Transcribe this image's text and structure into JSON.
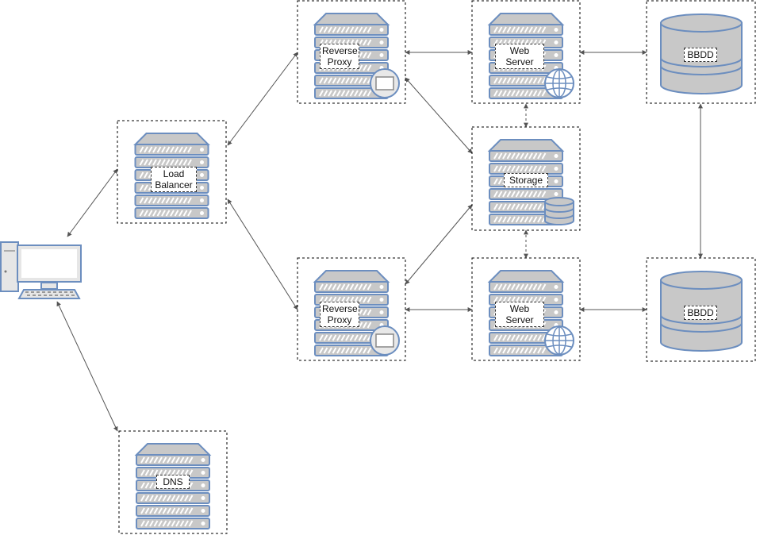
{
  "diagram": {
    "colors": {
      "server_fill": "#c8c8c8",
      "server_stroke": "#6c8ebf",
      "stripe": "#ffffff",
      "frame": "#000000",
      "edge": "#555555",
      "globe": "#6c8ebf"
    },
    "nodes": [
      {
        "id": "load-balancer",
        "label": "Load\nBalancer",
        "kind": "server",
        "badge": "none"
      },
      {
        "id": "dns",
        "label": "DNS",
        "kind": "server",
        "badge": "none"
      },
      {
        "id": "reverse-proxy-top",
        "label": "Reverse\nProxy",
        "kind": "server",
        "badge": "window"
      },
      {
        "id": "reverse-proxy-bottom",
        "label": "Reverse\nProxy",
        "kind": "server",
        "badge": "window"
      },
      {
        "id": "web-server-top",
        "label": "Web\nServer",
        "kind": "server",
        "badge": "globe"
      },
      {
        "id": "web-server-bottom",
        "label": "Web\nServer",
        "kind": "server",
        "badge": "globe"
      },
      {
        "id": "storage",
        "label": "Storage",
        "kind": "server",
        "badge": "database"
      },
      {
        "id": "bbdd-top",
        "label": "BBDD",
        "kind": "database",
        "badge": "none"
      },
      {
        "id": "bbdd-bottom",
        "label": "BBDD",
        "kind": "database",
        "badge": "none"
      },
      {
        "id": "client",
        "label": "",
        "kind": "computer",
        "badge": "none"
      }
    ],
    "edges": [
      {
        "from": "client",
        "to": "load-balancer",
        "style": "solid"
      },
      {
        "from": "client",
        "to": "dns",
        "style": "solid"
      },
      {
        "from": "load-balancer",
        "to": "reverse-proxy-top",
        "style": "solid"
      },
      {
        "from": "load-balancer",
        "to": "reverse-proxy-bottom",
        "style": "solid"
      },
      {
        "from": "reverse-proxy-top",
        "to": "web-server-top",
        "style": "solid"
      },
      {
        "from": "reverse-proxy-bottom",
        "to": "web-server-bottom",
        "style": "solid"
      },
      {
        "from": "reverse-proxy-top",
        "to": "storage",
        "style": "solid"
      },
      {
        "from": "reverse-proxy-bottom",
        "to": "storage",
        "style": "solid"
      },
      {
        "from": "web-server-top",
        "to": "storage",
        "style": "dashed"
      },
      {
        "from": "web-server-bottom",
        "to": "storage",
        "style": "dashed"
      },
      {
        "from": "web-server-top",
        "to": "bbdd-top",
        "style": "solid"
      },
      {
        "from": "web-server-bottom",
        "to": "bbdd-bottom",
        "style": "solid"
      },
      {
        "from": "bbdd-top",
        "to": "bbdd-bottom",
        "style": "solid"
      }
    ]
  }
}
